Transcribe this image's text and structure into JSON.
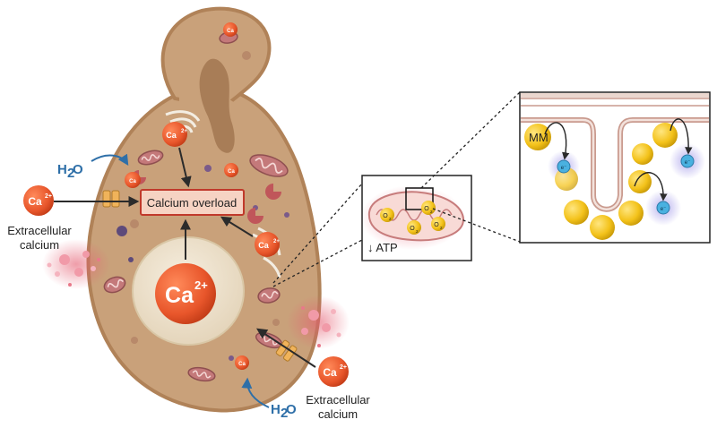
{
  "cell": {
    "overload_label": "Calcium overload",
    "vacuole_ion": {
      "base": "Ca",
      "sup": "2+"
    },
    "ion": {
      "base": "Ca",
      "sup": "2+"
    },
    "small_ion_label": "Ca",
    "small_ion_sup": "2+"
  },
  "extracellular_left": {
    "ion": {
      "base": "Ca",
      "sup": "2+"
    },
    "line1": "Extracellular",
    "line2": "calcium",
    "water": {
      "base": "H",
      "sub": "2",
      "tail": "O"
    }
  },
  "extracellular_bottom": {
    "ion": {
      "base": "Ca",
      "sup": "2+"
    },
    "line1": "Extracellular",
    "line2": "calcium",
    "water": {
      "base": "H",
      "sub": "2",
      "tail": "O"
    }
  },
  "mito_box": {
    "atp_label": "↓ ATP",
    "superoxide": {
      "base": "O",
      "sub": "2",
      "sup": "−"
    }
  },
  "zoom_box": {
    "mm_label": "MM",
    "electron": "e⁻"
  },
  "colors": {
    "cell_fill": "#c9a17a",
    "vacuole_fill": "#efe4d0",
    "ion_orange": "#e8562b",
    "overload_fill": "#f6d3c3",
    "overload_border": "#c0392b",
    "sphere_yellow": "#f3c21a",
    "electron_blue": "#4ab1e0",
    "membrane_pink": "#d9a5a0",
    "water_blue": "#2e6fa8"
  }
}
